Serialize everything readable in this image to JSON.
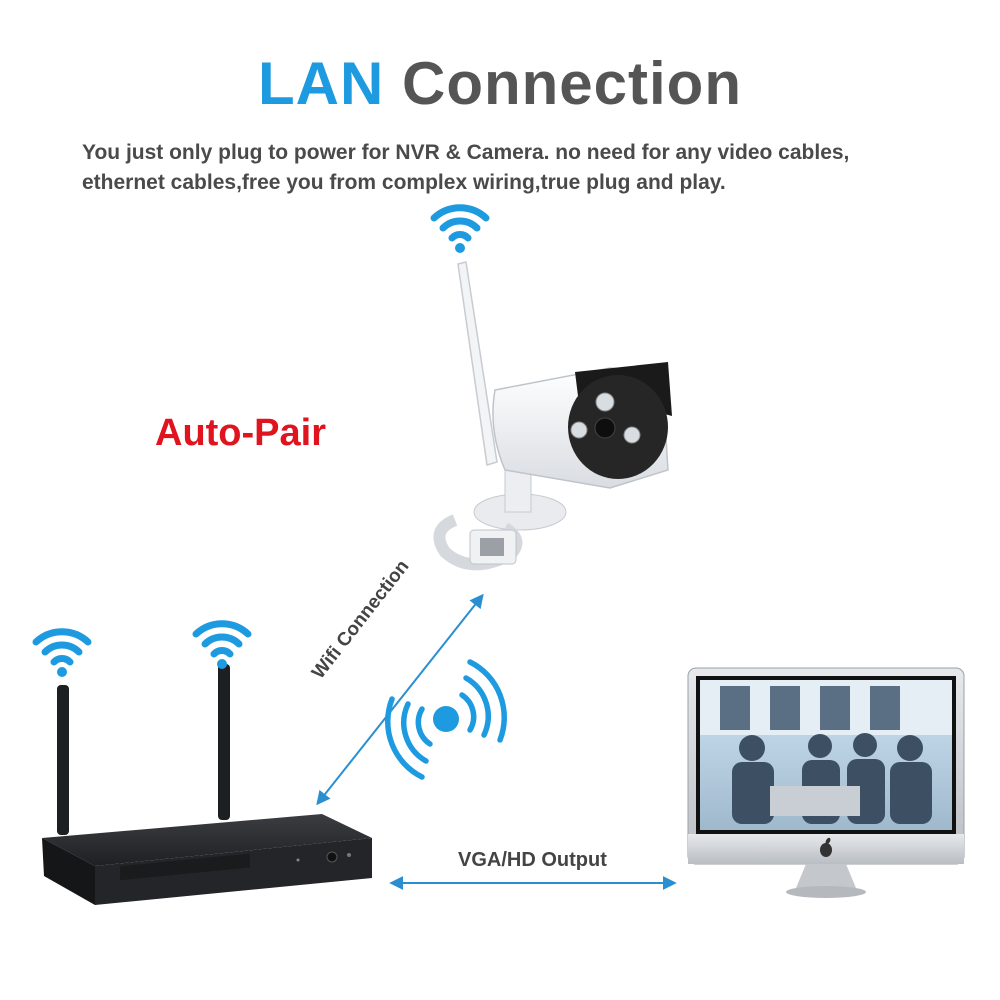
{
  "heading": {
    "part1": "LAN",
    "part2": "Connection"
  },
  "description": {
    "line1": "You just only plug to power for NVR & Camera. no need for any video cables,",
    "line2": "ethernet cables,free you from complex wiring,true plug and play."
  },
  "labels": {
    "auto_pair": "Auto-Pair",
    "wifi_connection": "Wifi Connection",
    "vga_output": "VGA/HD Output"
  },
  "colors": {
    "accent_blue": "#1e9be0",
    "heading_gray": "#555555",
    "auto_pair_red": "#e0141e"
  },
  "icons": [
    "wifi-icon",
    "signal-waves-icon",
    "apple-logo-icon"
  ]
}
